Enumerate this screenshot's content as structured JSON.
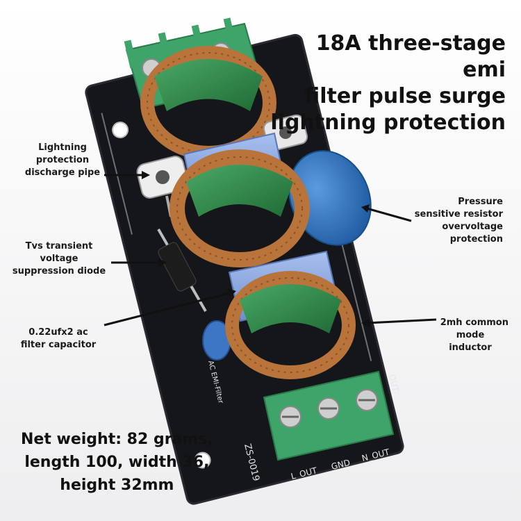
{
  "headline": [
    "18A three-stage emi",
    "filter pulse surge",
    "lightning protection"
  ],
  "callouts": {
    "discharge_pipe": [
      "Lightning",
      "protection",
      "discharge pipe"
    ],
    "tvs_diode": [
      "Tvs transient",
      "voltage",
      "suppression diode"
    ],
    "capacitor": [
      "0.22ufx2 ac",
      "filter capacitor"
    ],
    "varistor": [
      "Pressure",
      "sensitive resistor",
      "overvoltage",
      "protection"
    ],
    "inductor": [
      "2mh common",
      "mode",
      "inductor"
    ]
  },
  "specs": [
    "Net weight: 82 grams,",
    "length 100, width 36,",
    "height 32mm"
  ],
  "board": {
    "model": "ZS-0019",
    "silk_ac": "AC EMI-Filter",
    "silk_out": "OUT",
    "terminal_labels": [
      "L_OUT",
      "GND",
      "N_OUT"
    ]
  },
  "colors": {
    "pcb": "#15161a",
    "terminal": "#3fa46a",
    "core": "#2f8a4a",
    "copper": "#b8743a",
    "capacitor": "#7f9fd8",
    "varistor": "#2e6fb8"
  }
}
